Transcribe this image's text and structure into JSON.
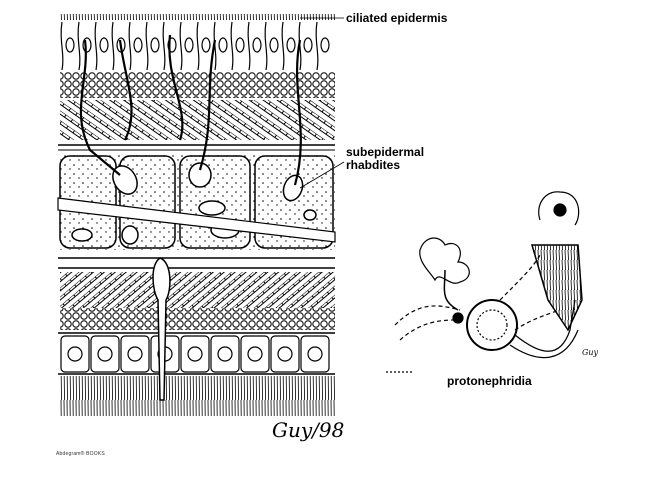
{
  "labels": {
    "ciliated_epidermis": "ciliated epidermis",
    "subepidermal_line1": "subepidermal",
    "subepidermal_line2": "rhabdites",
    "protonephridia": "protonephridia"
  },
  "signature": "Guy/98",
  "credit": "Abdegram® BOOKS",
  "colors": {
    "ink": "#000000",
    "background": "#ffffff"
  }
}
